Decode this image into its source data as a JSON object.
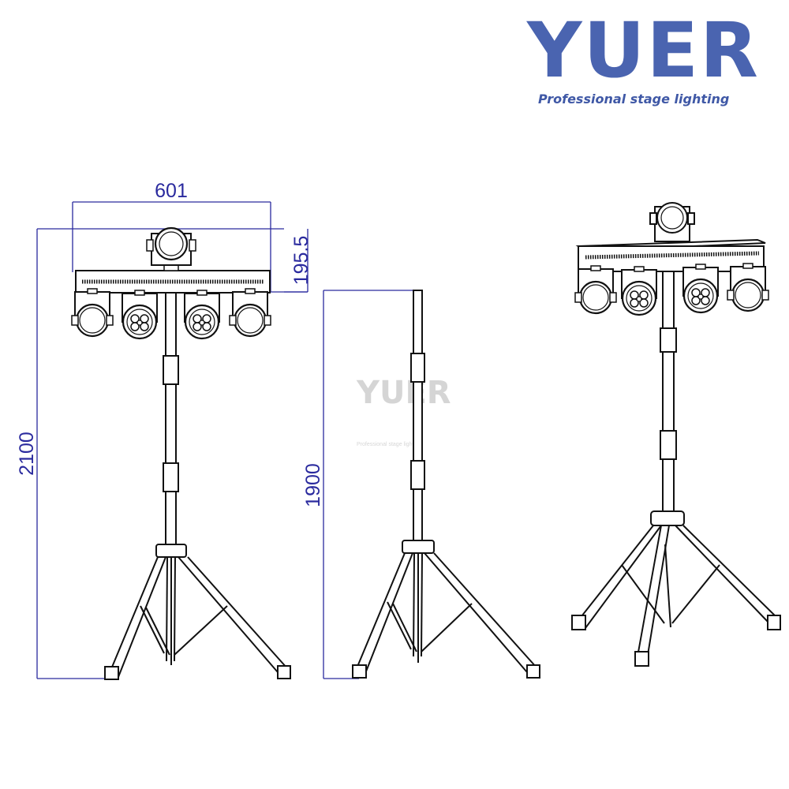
{
  "brand": {
    "name": "YUER",
    "tagline": "Professional stage lighting",
    "color": "#4a64b0"
  },
  "watermark": {
    "name": "YUER",
    "tagline": "Professional stage lighting"
  },
  "dimensions": {
    "width": "601",
    "fixture_height": "195.5",
    "total_height": "2100",
    "stand_height": "1900",
    "line_color": "#2a2a9e"
  }
}
